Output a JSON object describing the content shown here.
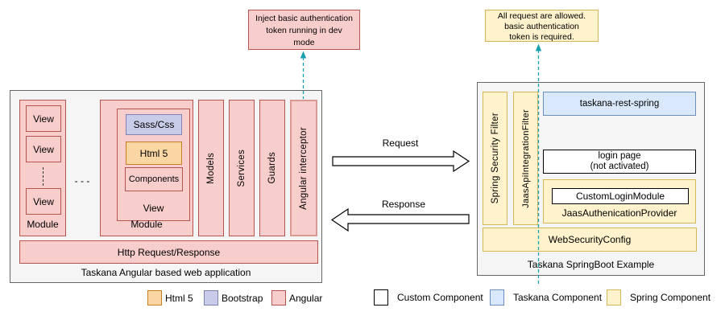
{
  "colors": {
    "angular_fill": "#f8cecc",
    "angular_stroke": "#b85450",
    "interceptor_stroke": "#d99a94",
    "html5_fill": "#fad7a2",
    "html5_stroke": "#c67f20",
    "bootstrap_fill": "#c9cce9",
    "bootstrap_stroke": "#7d83b5",
    "spring_fill": "#fff2cc",
    "spring_stroke": "#d6b656",
    "taskana_fill": "#dae8fc",
    "taskana_stroke": "#6c8ebf",
    "custom_stroke": "#000000",
    "container_fill": "#f5f5f5",
    "container_stroke": "#666666",
    "flow_line": "#17a0ad"
  },
  "notes": {
    "dev_mode": "Inject basic authentication\ntoken running in dev\nmode",
    "all_requests": "All request are allowed.\nbasic authentication\ntoken is required."
  },
  "angular_app": {
    "caption": "Taskana Angular based web application",
    "module1": {
      "label": "Module",
      "views": [
        "View",
        "View",
        "View"
      ]
    },
    "modules_ellipsis": "- - -",
    "module2": {
      "label": "Module",
      "view": {
        "label": "View",
        "sass": "Sass/Css",
        "html5": "Html 5",
        "components": "Components"
      }
    },
    "columns": [
      "Models",
      "Services",
      "Guards",
      "Angular interceptor"
    ],
    "http_bar": "Http Request/Response"
  },
  "flows": {
    "request": "Request",
    "response": "Response"
  },
  "springboot_app": {
    "caption": "Taskana SpringBoot Example",
    "filters": [
      "Spring Security Filter",
      "JaasApiIntegrationFilter"
    ],
    "taskana_rest_spring": "taskana-rest-spring",
    "login_page": "login page\n(not activated)",
    "jaas_provider": "JaasAuthenicationProvider",
    "custom_login_module": "CustomLoginModule",
    "web_security_config": "WebSecurityConfig"
  },
  "legend": [
    {
      "label": "Html 5",
      "type": "html5"
    },
    {
      "label": "Bootstrap",
      "type": "bootstrap"
    },
    {
      "label": "Angular",
      "type": "angular"
    },
    {
      "label": "Custom Component",
      "type": "custom"
    },
    {
      "label": "Taskana Component",
      "type": "taskana"
    },
    {
      "label": "Spring Component",
      "type": "spring"
    }
  ]
}
